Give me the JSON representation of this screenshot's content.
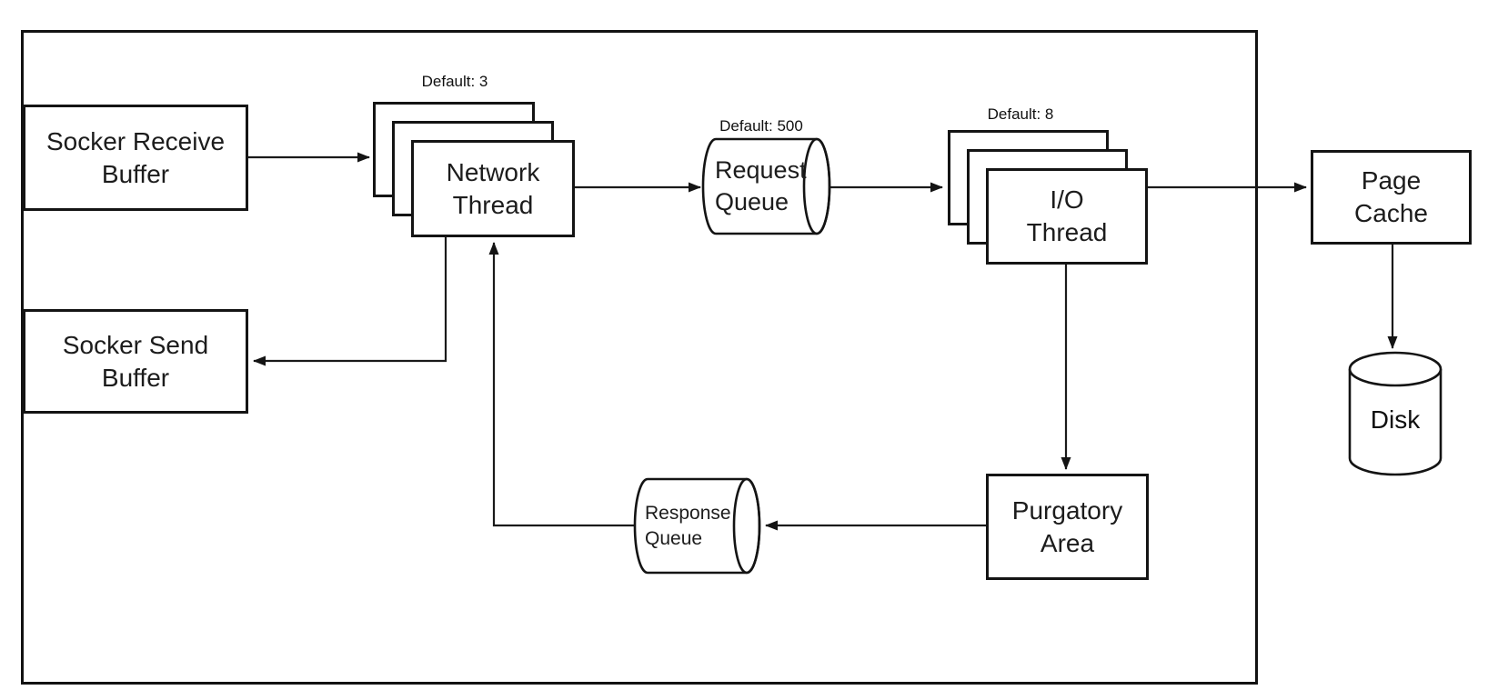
{
  "colors": {
    "line": "#1a1a1a",
    "background": "#ffffff"
  },
  "boxes": {
    "socket_receive_buffer": "Socker Receive\nBuffer",
    "socket_send_buffer": "Socker Send\nBuffer",
    "network_thread": "Network\nThread",
    "io_thread": "I/O\nThread",
    "purgatory_area": "Purgatory\nArea",
    "page_cache": "Page\nCache",
    "request_queue": "Request\nQueue",
    "response_queue": "Response\nQueue",
    "disk": "Disk"
  },
  "annotations": {
    "network_thread_default": "Default: 3",
    "request_queue_default": "Default: 500",
    "io_thread_default": "Default: 8"
  }
}
